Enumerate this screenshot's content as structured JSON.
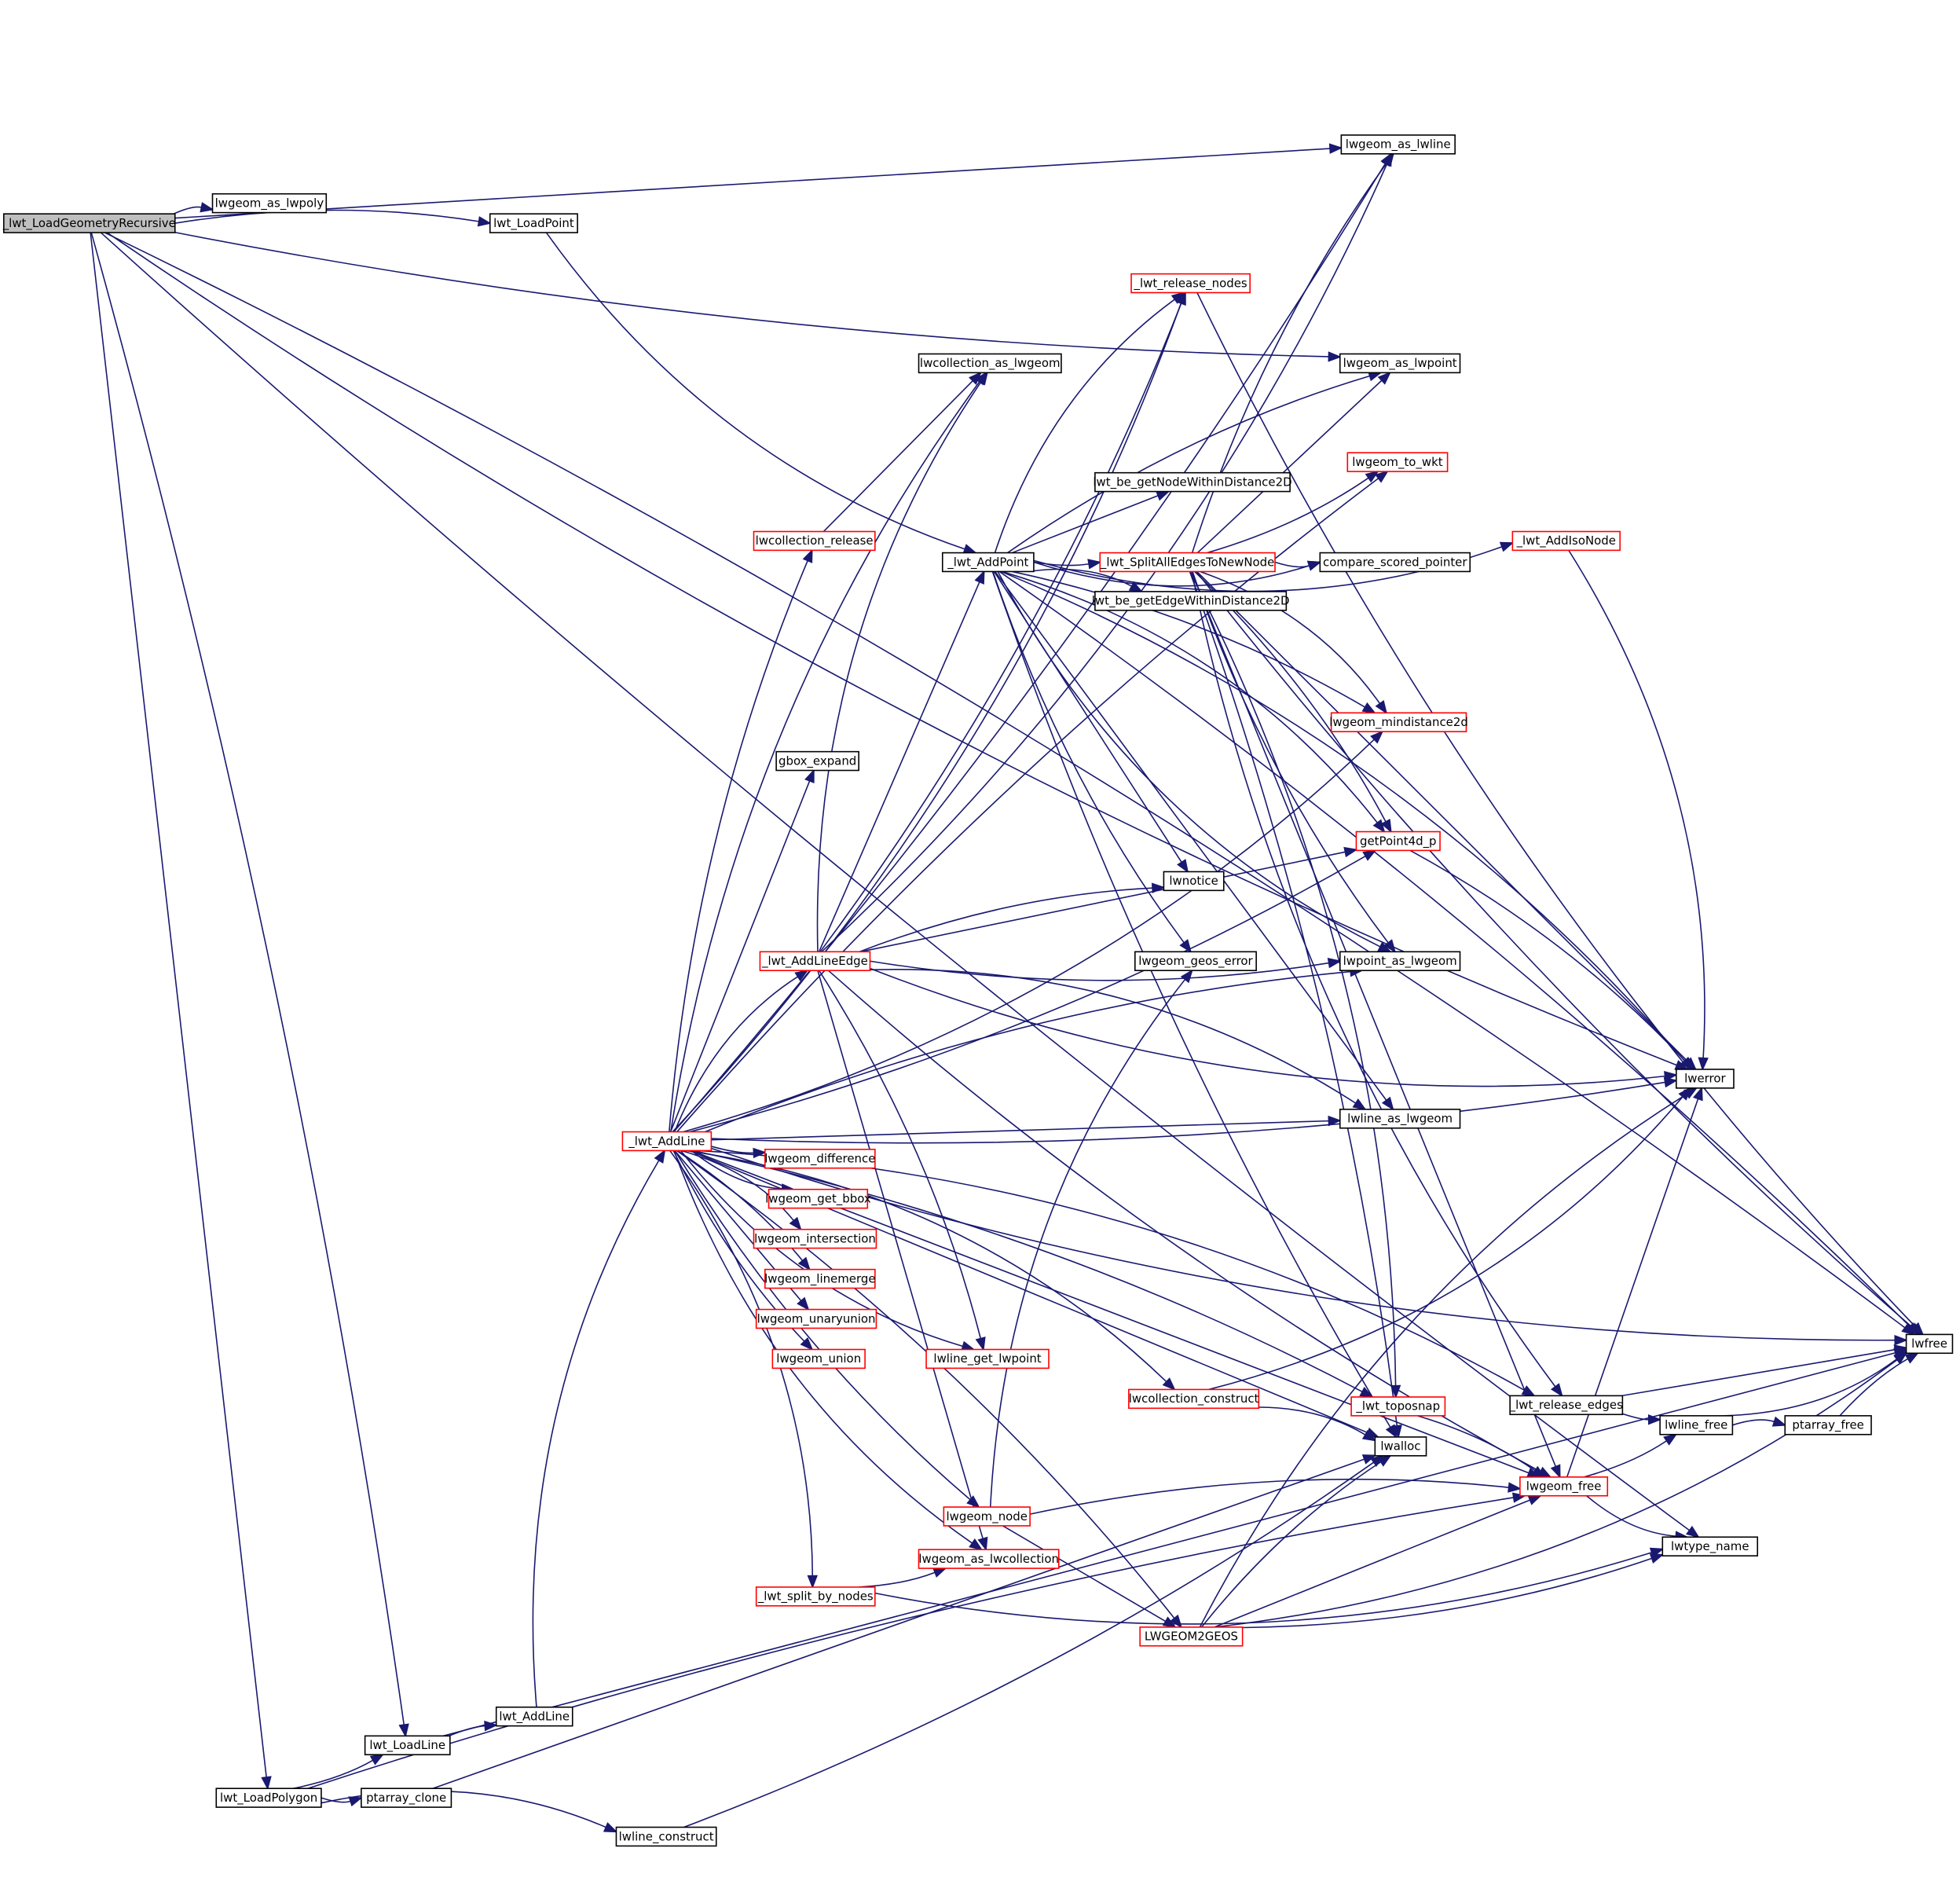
{
  "diagram": {
    "type": "call-graph",
    "edge_color": "#191970",
    "border_colors": {
      "normal": "#000000",
      "has_more_callees": "#ff0000",
      "root_fill": "#bfbfbf"
    },
    "nodes": [
      {
        "id": "loadGeomRec",
        "label": "_lwt_LoadGeometryRecursive",
        "style": "root"
      },
      {
        "id": "asLwpoly",
        "label": "lwgeom_as_lwpoly",
        "style": "normal"
      },
      {
        "id": "loadPoint",
        "label": "lwt_LoadPoint",
        "style": "normal"
      },
      {
        "id": "asLwline",
        "label": "lwgeom_as_lwline",
        "style": "normal"
      },
      {
        "id": "releaseNodes",
        "label": "_lwt_release_nodes",
        "style": "red"
      },
      {
        "id": "collAsGeom",
        "label": "lwcollection_as_lwgeom",
        "style": "normal"
      },
      {
        "id": "asLwpoint",
        "label": "lwgeom_as_lwpoint",
        "style": "normal"
      },
      {
        "id": "toWkt",
        "label": "lwgeom_to_wkt",
        "style": "red"
      },
      {
        "id": "getNodeWD",
        "label": "lwt_be_getNodeWithinDistance2D",
        "style": "normal"
      },
      {
        "id": "collRelease",
        "label": "lwcollection_release",
        "style": "red"
      },
      {
        "id": "addPoint",
        "label": "_lwt_AddPoint",
        "style": "normal"
      },
      {
        "id": "splitAll",
        "label": "_lwt_SplitAllEdgesToNewNode",
        "style": "red"
      },
      {
        "id": "cmpScored",
        "label": "compare_scored_pointer",
        "style": "normal"
      },
      {
        "id": "addIsoNode",
        "label": "_lwt_AddIsoNode",
        "style": "red"
      },
      {
        "id": "getEdgeWD",
        "label": "lwt_be_getEdgeWithinDistance2D",
        "style": "normal"
      },
      {
        "id": "mindist",
        "label": "lwgeom_mindistance2d",
        "style": "red"
      },
      {
        "id": "gbox",
        "label": "gbox_expand",
        "style": "normal"
      },
      {
        "id": "getPoint4d",
        "label": "getPoint4d_p",
        "style": "red"
      },
      {
        "id": "lwnotice",
        "label": "lwnotice",
        "style": "normal"
      },
      {
        "id": "addLineEdge",
        "label": "_lwt_AddLineEdge",
        "style": "red"
      },
      {
        "id": "geosErr",
        "label": "lwgeom_geos_error",
        "style": "normal"
      },
      {
        "id": "pointAsGeom",
        "label": "lwpoint_as_lwgeom",
        "style": "normal"
      },
      {
        "id": "lwerror",
        "label": "lwerror",
        "style": "normal"
      },
      {
        "id": "lineAsGeom",
        "label": "lwline_as_lwgeom",
        "style": "normal"
      },
      {
        "id": "addLine",
        "label": "_lwt_AddLine",
        "style": "red"
      },
      {
        "id": "diff",
        "label": "lwgeom_difference",
        "style": "red"
      },
      {
        "id": "bbox",
        "label": "lwgeom_get_bbox",
        "style": "red"
      },
      {
        "id": "inter",
        "label": "lwgeom_intersection",
        "style": "red"
      },
      {
        "id": "linemerge",
        "label": "lwgeom_linemerge",
        "style": "red"
      },
      {
        "id": "unary",
        "label": "lwgeom_unaryunion",
        "style": "red"
      },
      {
        "id": "union",
        "label": "lwgeom_union",
        "style": "red"
      },
      {
        "id": "lineGetPt",
        "label": "lwline_get_lwpoint",
        "style": "red"
      },
      {
        "id": "lwfree",
        "label": "lwfree",
        "style": "normal"
      },
      {
        "id": "collConstruct",
        "label": "lwcollection_construct",
        "style": "red"
      },
      {
        "id": "releaseEdges",
        "label": "_lwt_release_edges",
        "style": "normal"
      },
      {
        "id": "toposnap",
        "label": "_lwt_toposnap",
        "style": "red"
      },
      {
        "id": "lineFree",
        "label": "lwline_free",
        "style": "normal"
      },
      {
        "id": "ptFree",
        "label": "ptarray_free",
        "style": "normal"
      },
      {
        "id": "lwalloc",
        "label": "lwalloc",
        "style": "normal"
      },
      {
        "id": "geomFree",
        "label": "lwgeom_free",
        "style": "red"
      },
      {
        "id": "geomNode",
        "label": "lwgeom_node",
        "style": "red"
      },
      {
        "id": "typeName",
        "label": "lwtype_name",
        "style": "normal"
      },
      {
        "id": "asColl",
        "label": "lwgeom_as_lwcollection",
        "style": "red"
      },
      {
        "id": "splitByNodes",
        "label": "_lwt_split_by_nodes",
        "style": "red"
      },
      {
        "id": "geom2geos",
        "label": "LWGEOM2GEOS",
        "style": "red"
      },
      {
        "id": "lwtAddLine",
        "label": "lwt_AddLine",
        "style": "normal"
      },
      {
        "id": "loadLine",
        "label": "lwt_LoadLine",
        "style": "normal"
      },
      {
        "id": "loadPolygon",
        "label": "lwt_LoadPolygon",
        "style": "normal"
      },
      {
        "id": "ptClone",
        "label": "ptarray_clone",
        "style": "normal"
      },
      {
        "id": "lineConstruct",
        "label": "lwline_construct",
        "style": "normal"
      }
    ],
    "edges": [
      [
        "loadGeomRec",
        "asLwpoly"
      ],
      [
        "loadGeomRec",
        "loadPoint"
      ],
      [
        "loadGeomRec",
        "asLwline"
      ],
      [
        "loadGeomRec",
        "asLwpoint"
      ],
      [
        "loadGeomRec",
        "lwerror"
      ],
      [
        "loadGeomRec",
        "lwfree"
      ],
      [
        "loadGeomRec",
        "loadLine"
      ],
      [
        "loadGeomRec",
        "loadPolygon"
      ],
      [
        "loadGeomRec",
        "typeName"
      ],
      [
        "loadPoint",
        "addPoint"
      ],
      [
        "addPoint",
        "releaseNodes"
      ],
      [
        "addPoint",
        "asLwpoint"
      ],
      [
        "addPoint",
        "getNodeWD"
      ],
      [
        "addPoint",
        "splitAll"
      ],
      [
        "addPoint",
        "addIsoNode"
      ],
      [
        "addPoint",
        "getEdgeWD"
      ],
      [
        "addPoint",
        "mindist"
      ],
      [
        "addPoint",
        "lwnotice"
      ],
      [
        "addPoint",
        "geosErr"
      ],
      [
        "addPoint",
        "pointAsGeom"
      ],
      [
        "addPoint",
        "lwerror"
      ],
      [
        "addPoint",
        "lwfree"
      ],
      [
        "addPoint",
        "lineAsGeom"
      ],
      [
        "addPoint",
        "lwalloc"
      ],
      [
        "addPoint",
        "cmpScored"
      ],
      [
        "addPoint",
        "getPoint4d"
      ],
      [
        "splitAll",
        "asLwline"
      ],
      [
        "splitAll",
        "asLwpoint"
      ],
      [
        "splitAll",
        "toWkt"
      ],
      [
        "splitAll",
        "cmpScored"
      ],
      [
        "splitAll",
        "mindist"
      ],
      [
        "splitAll",
        "getPoint4d"
      ],
      [
        "splitAll",
        "lwerror"
      ],
      [
        "splitAll",
        "lwfree"
      ],
      [
        "splitAll",
        "releaseEdges"
      ],
      [
        "splitAll",
        "toposnap"
      ],
      [
        "splitAll",
        "lwalloc"
      ],
      [
        "splitAll",
        "geomFree"
      ],
      [
        "splitAll",
        "pointAsGeom"
      ],
      [
        "releaseNodes",
        "lwfree"
      ],
      [
        "addIsoNode",
        "lwerror"
      ],
      [
        "getPoint4d",
        "lwerror"
      ],
      [
        "collRelease",
        "collAsGeom"
      ],
      [
        "addLine",
        "asLwline"
      ],
      [
        "addLine",
        "releaseNodes"
      ],
      [
        "addLine",
        "collAsGeom"
      ],
      [
        "addLine",
        "collRelease"
      ],
      [
        "addLine",
        "gbox"
      ],
      [
        "addLine",
        "getPoint4d"
      ],
      [
        "addLine",
        "mindist"
      ],
      [
        "addLine",
        "addLineEdge"
      ],
      [
        "addLine",
        "pointAsGeom"
      ],
      [
        "addLine",
        "lineAsGeom"
      ],
      [
        "addLine",
        "diff"
      ],
      [
        "addLine",
        "bbox"
      ],
      [
        "addLine",
        "inter"
      ],
      [
        "addLine",
        "linemerge"
      ],
      [
        "addLine",
        "unary"
      ],
      [
        "addLine",
        "union"
      ],
      [
        "addLine",
        "lineGetPt"
      ],
      [
        "addLine",
        "collConstruct"
      ],
      [
        "addLine",
        "toposnap"
      ],
      [
        "addLine",
        "lwalloc"
      ],
      [
        "addLine",
        "geomNode"
      ],
      [
        "addLine",
        "asColl"
      ],
      [
        "addLine",
        "splitByNodes"
      ],
      [
        "addLine",
        "geom2geos"
      ],
      [
        "addLine",
        "geomFree"
      ],
      [
        "addLine",
        "lwerror"
      ],
      [
        "addLine",
        "lwfree"
      ],
      [
        "addLine",
        "releaseEdges"
      ],
      [
        "addLine",
        "toWkt"
      ],
      [
        "addLineEdge",
        "addPoint"
      ],
      [
        "addLineEdge",
        "releaseNodes"
      ],
      [
        "addLineEdge",
        "asLwline"
      ],
      [
        "addLineEdge",
        "collAsGeom"
      ],
      [
        "addLineEdge",
        "lwnotice"
      ],
      [
        "addLineEdge",
        "getPoint4d"
      ],
      [
        "addLineEdge",
        "pointAsGeom"
      ],
      [
        "addLineEdge",
        "lwerror"
      ],
      [
        "addLineEdge",
        "lineAsGeom"
      ],
      [
        "addLineEdge",
        "lineGetPt"
      ],
      [
        "addLineEdge",
        "asColl"
      ],
      [
        "addLineEdge",
        "geomFree"
      ],
      [
        "collConstruct",
        "lwerror"
      ],
      [
        "collConstruct",
        "lwalloc"
      ],
      [
        "toposnap",
        "geomFree"
      ],
      [
        "releaseEdges",
        "lwfree"
      ],
      [
        "releaseEdges",
        "lineFree"
      ],
      [
        "lineFree",
        "lwfree"
      ],
      [
        "lineFree",
        "ptFree"
      ],
      [
        "ptFree",
        "lwfree"
      ],
      [
        "geomFree",
        "lwerror"
      ],
      [
        "geomFree",
        "lineFree"
      ],
      [
        "geomFree",
        "typeName"
      ],
      [
        "geomNode",
        "geosErr"
      ],
      [
        "geomNode",
        "geomFree"
      ],
      [
        "geomNode",
        "geom2geos"
      ],
      [
        "splitByNodes",
        "asColl"
      ],
      [
        "splitByNodes",
        "typeName"
      ],
      [
        "geom2geos",
        "lwerror"
      ],
      [
        "geom2geos",
        "lwalloc"
      ],
      [
        "geom2geos",
        "geomFree"
      ],
      [
        "geom2geos",
        "typeName"
      ],
      [
        "geom2geos",
        "lwfree"
      ],
      [
        "lwtAddLine",
        "addLine"
      ],
      [
        "loadLine",
        "lwtAddLine"
      ],
      [
        "loadLine",
        "lwfree"
      ],
      [
        "loadPolygon",
        "loadLine"
      ],
      [
        "loadPolygon",
        "ptClone"
      ],
      [
        "loadPolygon",
        "lineConstruct"
      ],
      [
        "loadPolygon",
        "geomFree"
      ],
      [
        "ptClone",
        "lwalloc"
      ],
      [
        "lineConstruct",
        "lwalloc"
      ]
    ]
  }
}
